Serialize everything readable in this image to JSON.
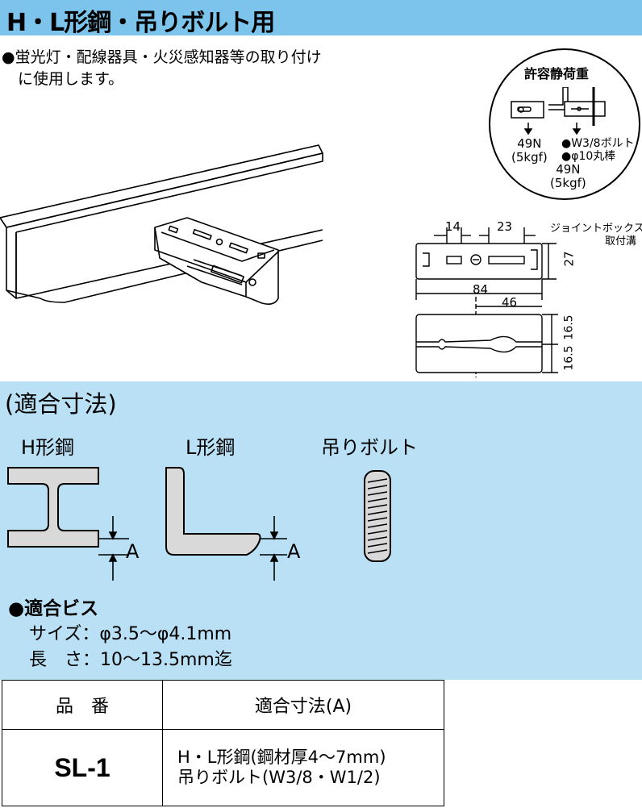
{
  "title": "H・L形鋼・吊りボルト用",
  "description": {
    "bullet": "●",
    "line1": "蛍光灯・配線器具・火災感知器等の取り付け",
    "line2": "に使用します。"
  },
  "load_diagram": {
    "title": "許容静荷重",
    "left_load": "49N",
    "left_load_kgf": "(5kgf)",
    "bolt_label": "●W3/8ボルト",
    "rod_label": "●φ10丸棒",
    "right_load": "49N",
    "right_load_kgf": "(5kgf)"
  },
  "dimension_drawing": {
    "dim_14": "14",
    "dim_23": "23",
    "dim_27": "27",
    "dim_84": "84",
    "dim_46": "46",
    "dim_16_5_top": "16.5",
    "dim_16_5_bottom": "16.5",
    "jbox_label_1": "ジョイントボックス蓋",
    "jbox_label_2": "取付溝"
  },
  "compatible_dims": {
    "heading": "(適合寸法)",
    "h_beam": "H形鋼",
    "l_beam": "L形鋼",
    "bolt": "吊りボルト",
    "a_label_h": "A",
    "a_label_l": "A"
  },
  "screw": {
    "heading": "●適合ビス",
    "size_label": "サイズ：",
    "size_value": "φ3.5～φ4.1mm",
    "length_label": "長　さ：",
    "length_value": "10～13.5mm迄"
  },
  "product_table": {
    "col_code": "品　番",
    "col_dims": "適合寸法(A)",
    "rows": [
      {
        "code": "SL-1",
        "spec_line1": "H・L形鋼(鋼材厚4～7mm)",
        "spec_line2": "吊りボルト(W3/8・W1/2)"
      }
    ]
  },
  "colors": {
    "title_bar": "#7cc4ec",
    "dims_background": "#b9e0f5",
    "steel_fill": "#d9d9d9"
  }
}
